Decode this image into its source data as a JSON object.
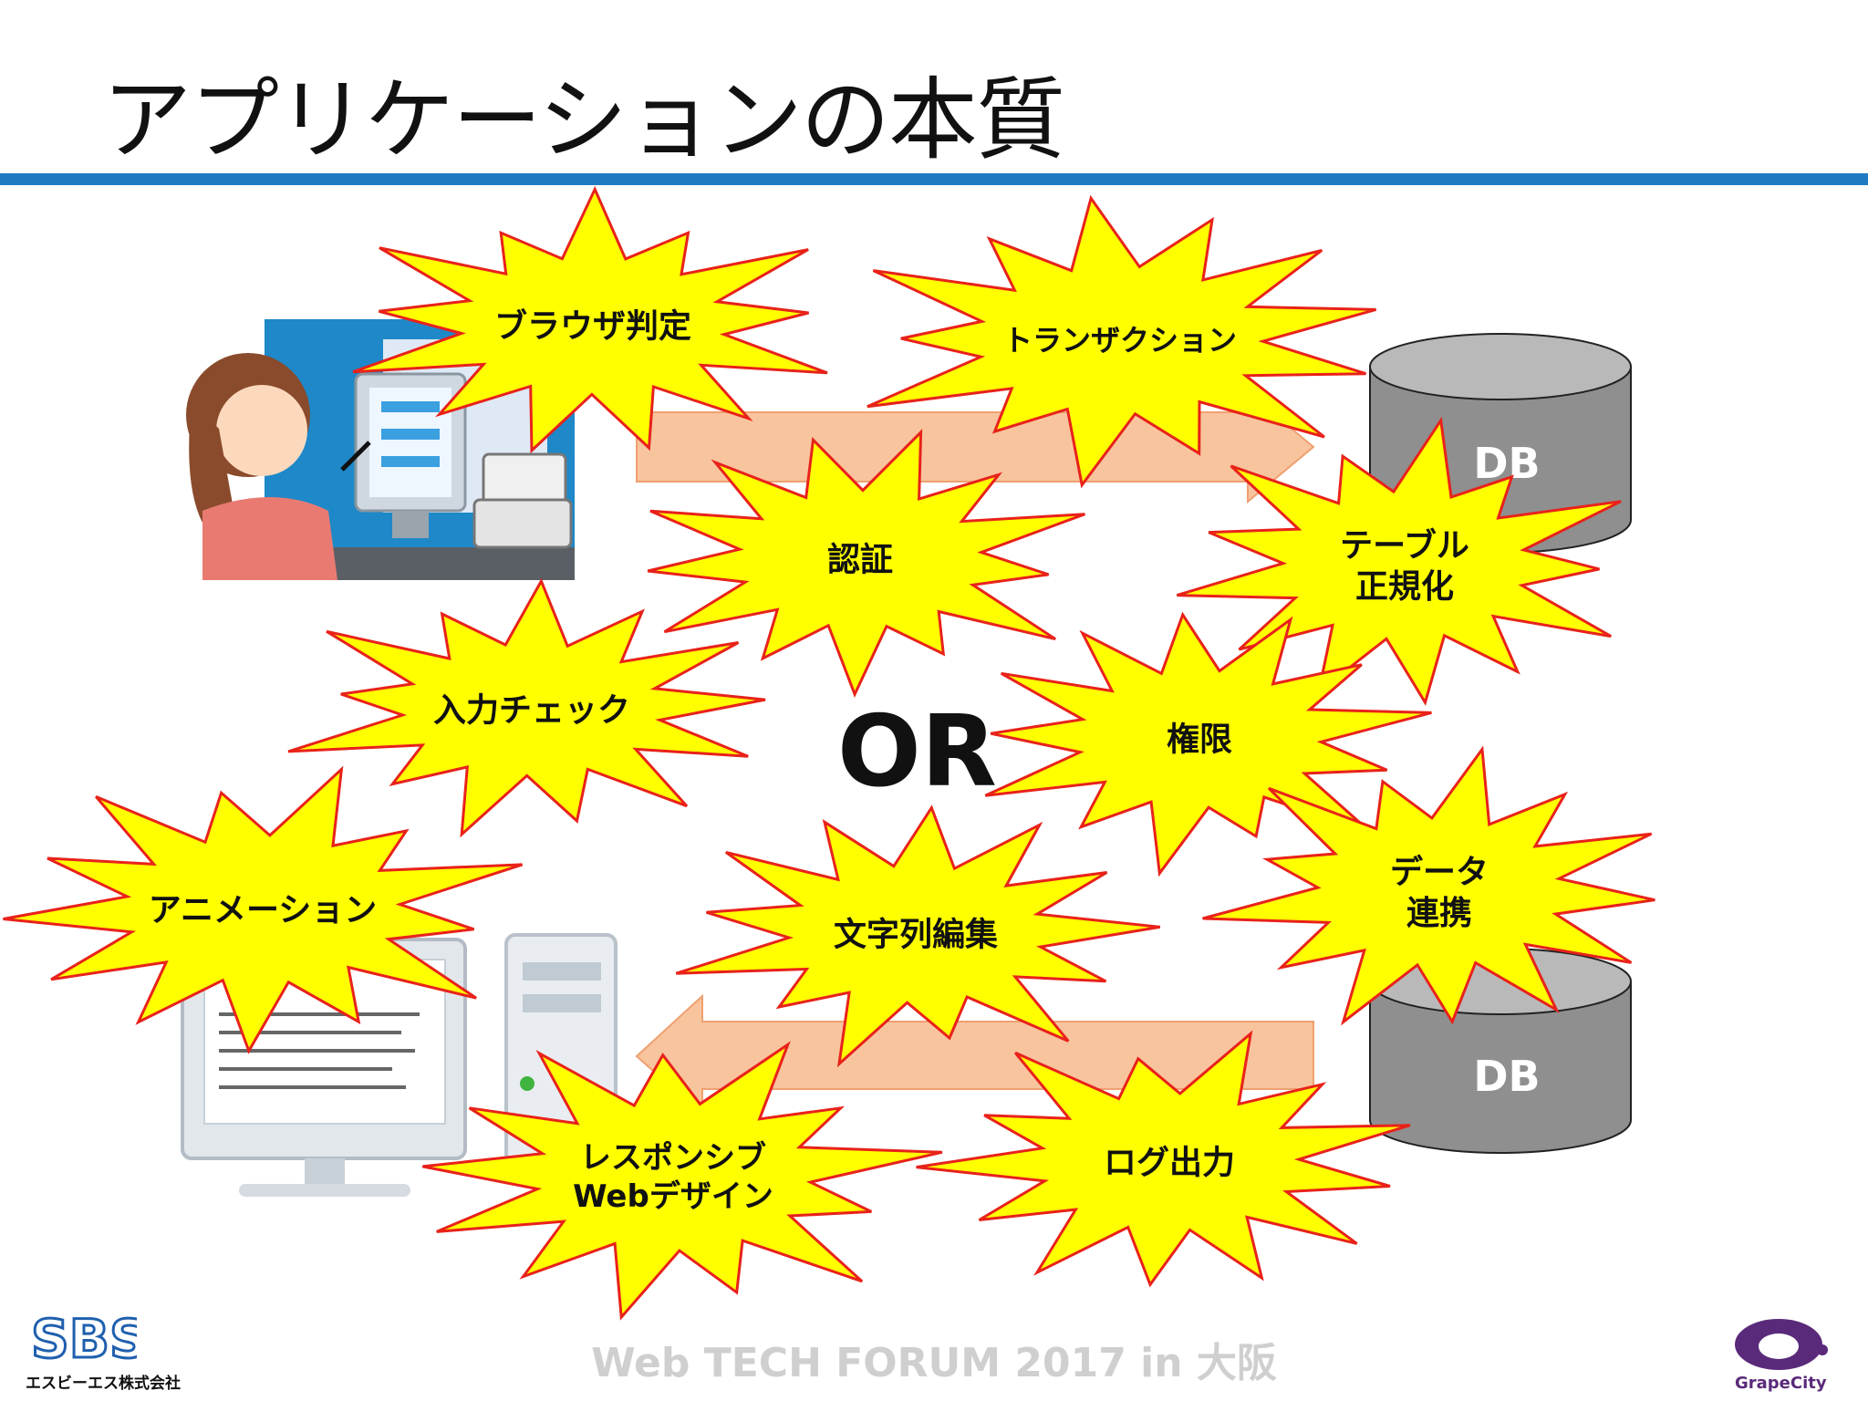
{
  "title": "アプリケーションの本質",
  "center_label": "OR",
  "footer": "Web TECH FORUM 2017 in 大阪",
  "db_label_top": "DB",
  "db_label_bottom": "DB",
  "logo_left": {
    "mark": "SBS",
    "sub": "エスビーエス株式会社"
  },
  "logo_right": {
    "text": "GrapeCity"
  },
  "bursts": [
    {
      "id": "browser",
      "lines": [
        "ブラウザ判定"
      ]
    },
    {
      "id": "transaction",
      "lines": [
        "トランザクション"
      ]
    },
    {
      "id": "auth",
      "lines": [
        "認証"
      ]
    },
    {
      "id": "table",
      "lines": [
        "テーブル",
        "正規化"
      ]
    },
    {
      "id": "input",
      "lines": [
        "入力チェック"
      ]
    },
    {
      "id": "perm",
      "lines": [
        "権限"
      ]
    },
    {
      "id": "anim",
      "lines": [
        "アニメーション"
      ]
    },
    {
      "id": "data",
      "lines": [
        "データ",
        "連携"
      ]
    },
    {
      "id": "string",
      "lines": [
        "文字列編集"
      ]
    },
    {
      "id": "responsive",
      "lines": [
        "レスポンシブ",
        "Webデザイン"
      ]
    },
    {
      "id": "log",
      "lines": [
        "ログ出力"
      ]
    }
  ],
  "colors": {
    "rule": "#1f7ac2",
    "burst_fill": "#ffff00",
    "burst_stroke": "#e8221a",
    "arrow": "#f8c49e",
    "db": "#8f8f8f"
  }
}
